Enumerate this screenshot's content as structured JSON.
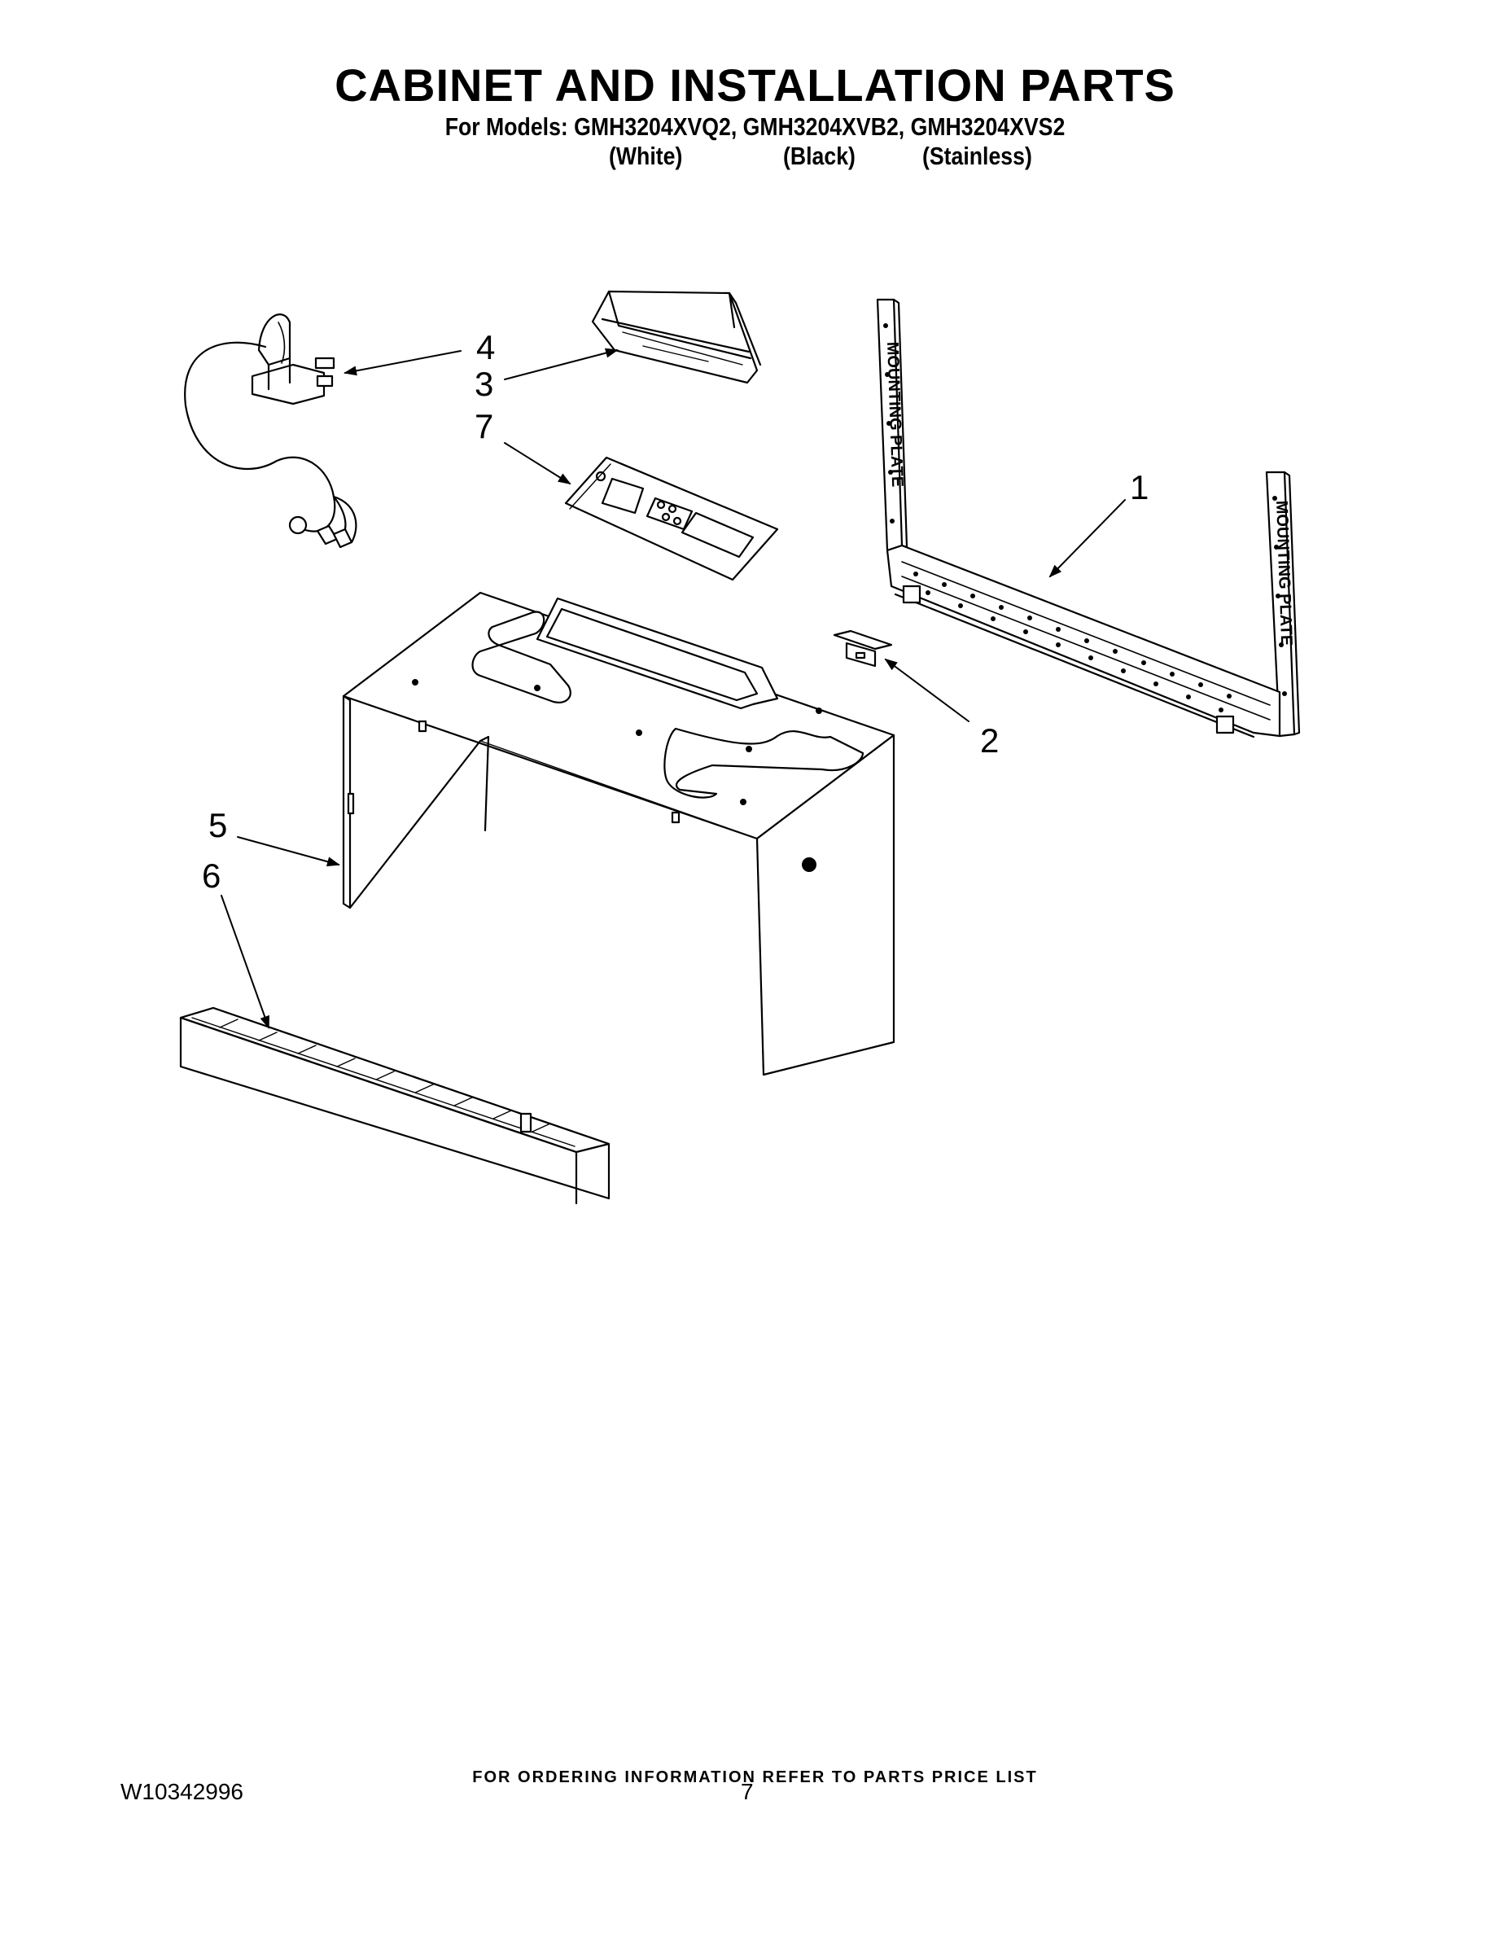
{
  "title": "CABINET AND INSTALLATION PARTS",
  "models_line": "For Models: GMH3204XVQ2, GMH3204XVB2, GMH3204XVS2",
  "variants": [
    "(White)",
    "(Black)",
    "(Stainless)"
  ],
  "plate_label": "MOUNTING PLATE",
  "callouts": [
    "1",
    "2",
    "3",
    "4",
    "5",
    "6",
    "7"
  ],
  "footer": {
    "ordering_note": "FOR ORDERING INFORMATION REFER TO PARTS PRICE LIST",
    "doc_number": "W10342996",
    "page_number": "7"
  }
}
